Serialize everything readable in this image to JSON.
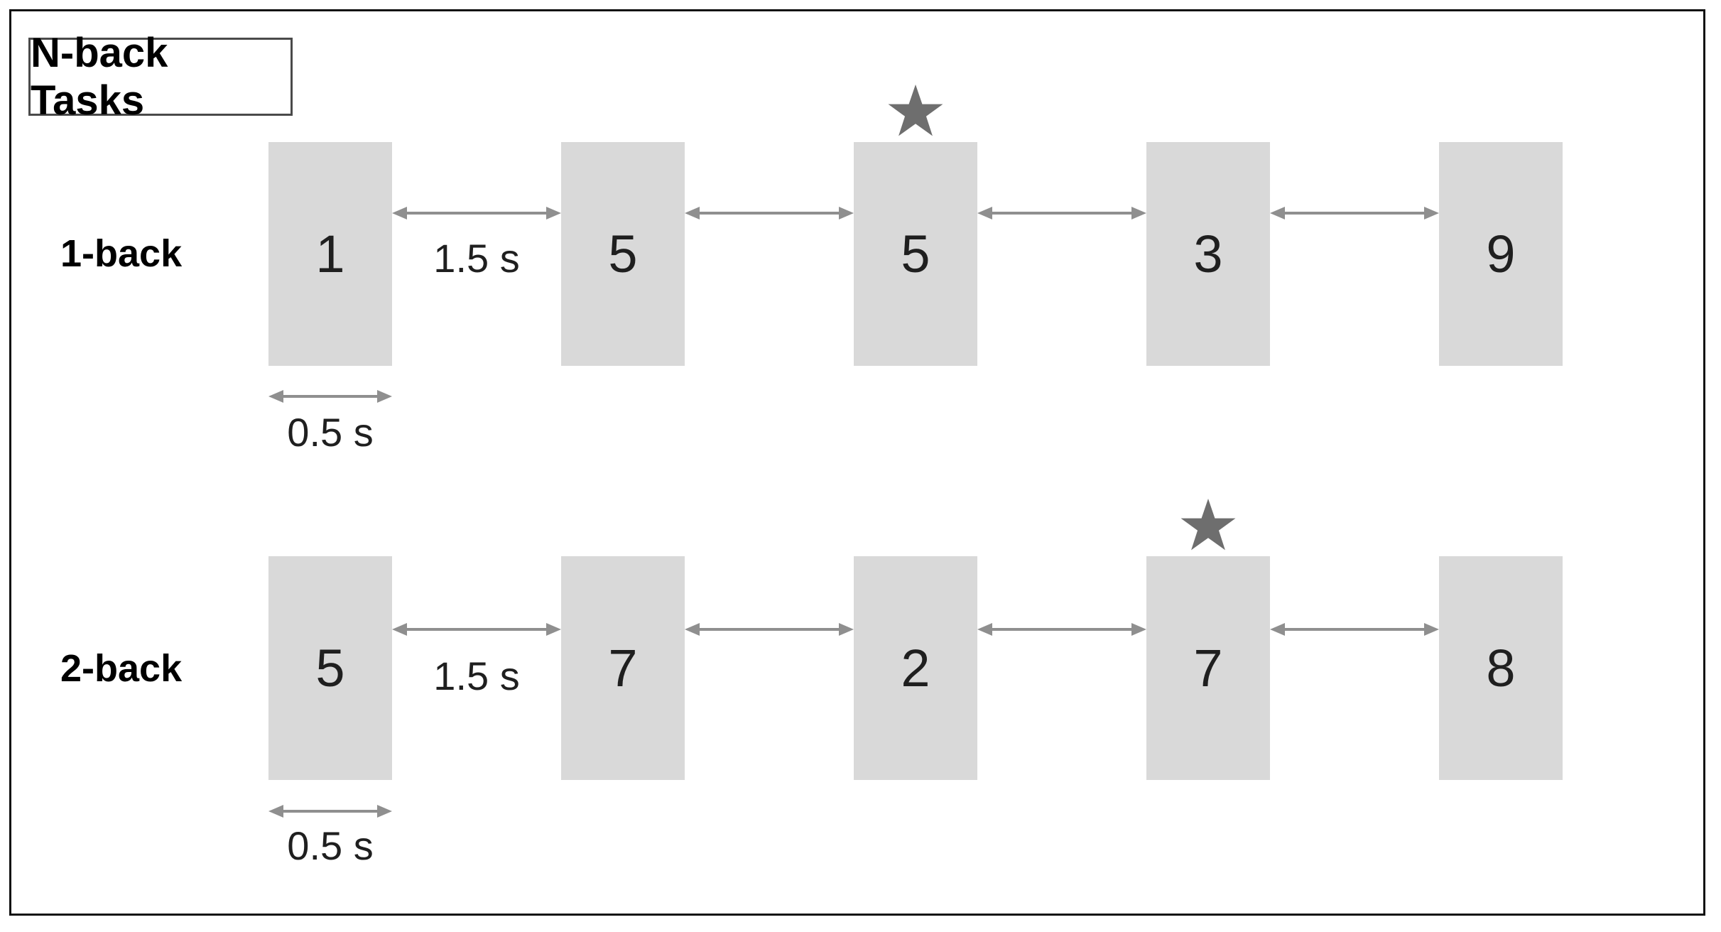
{
  "title": "N-back Tasks",
  "colors": {
    "box_fill": "#d9d9d9",
    "arrow": "#8f8f8f",
    "star": "#6e6e6e",
    "text": "#1a1a1a",
    "frame_border": "#111111",
    "title_border": "#4a4a4a"
  },
  "rows": [
    {
      "label": "1-back",
      "stimuli": [
        "1",
        "5",
        "5",
        "3",
        "9"
      ],
      "target_index": 2,
      "interval_label": "1.5 s",
      "duration_label": "0.5 s"
    },
    {
      "label": "2-back",
      "stimuli": [
        "5",
        "7",
        "2",
        "7",
        "8"
      ],
      "target_index": 3,
      "interval_label": "1.5 s",
      "duration_label": "0.5 s"
    }
  ]
}
